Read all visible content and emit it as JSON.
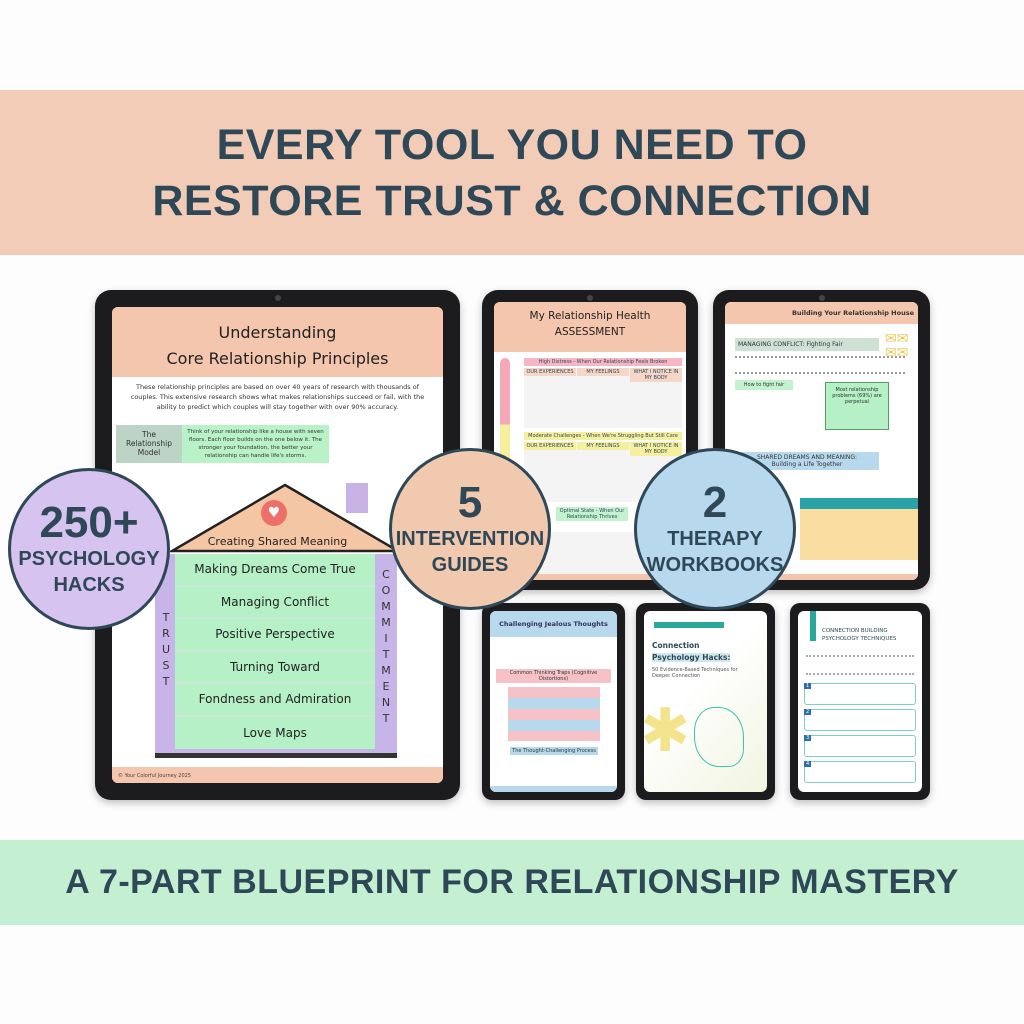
{
  "headline": {
    "line1": "EVERY TOOL YOU NEED TO",
    "line2": "RESTORE TRUST & CONNECTION"
  },
  "footer": "A 7-PART BLUEPRINT FOR RELATIONSHIP MASTERY",
  "badges": [
    {
      "number": "250+",
      "label1": "PSYCHOLOGY",
      "label2": "HACKS",
      "color": "#d6c3ef"
    },
    {
      "number": "5",
      "label1": "INTERVENTION",
      "label2": "GUIDES",
      "color": "#f1c9ae"
    },
    {
      "number": "2",
      "label1": "THERAPY",
      "label2": "WORKBOOKS",
      "color": "#b8d8ee"
    }
  ],
  "main_page": {
    "title1": "Understanding",
    "title2": "Core Relationship Principles",
    "intro": "These relationship principles are based on over 40 years of research with thousands of couples. This extensive research shows what makes relationships succeed or fail, with the ability to predict which couples will stay together with over 90% accuracy.",
    "model_label": "The Relationship Model",
    "model_text": "Think of your relationship like a house with seven floors. Each floor builds on the one below it. The stronger your foundation, the better your relationship can handle life's storms.",
    "roof": "Creating Shared Meaning",
    "floors": [
      "Making Dreams Come True",
      "Managing Conflict",
      "Positive Perspective",
      "Turning Toward",
      "Fondness and Admiration",
      "Love Maps"
    ],
    "left_pillar": "TRUST",
    "right_pillar": "COMMITMENT",
    "footer": "© Your Colorful Journey 2025"
  },
  "assessment": {
    "title1": "My Relationship Health",
    "title2": "ASSESSMENT",
    "sections": [
      "High Distress - When Our Relationship Feels Broken",
      "Moderate Challenges - When We're Struggling But Still Care",
      "Optimal State - When Our Relationship Thrives"
    ],
    "columns": [
      "OUR EXPERIENCES",
      "MY FEELINGS",
      "WHAT I NOTICE IN MY BODY"
    ]
  },
  "house_workbook": {
    "title": "Building Your Relationship House",
    "section1": "MANAGING CONFLICT: Fighting Fair",
    "how": "How to fight fair",
    "box": "Most relationship problems (69%) are perpetual",
    "section2a": "SHARED DREAMS AND MEANING:",
    "section2b": "Building a Life Together"
  },
  "jealous": {
    "title": "Challenging Jealous Thoughts",
    "sub1": "Common Thinking Traps (Cognitive Distortions)",
    "sub2": "The Thought-Challenging Process"
  },
  "cover": {
    "title1": "Connection",
    "title2": "Psychology Hacks:",
    "subtitle": "50 Evidence-Based Techniques for Deeper Connection"
  },
  "techniques": {
    "title1": "CONNECTION BUILDING",
    "title2": "PSYCHOLOGY TECHNIQUES",
    "steps": [
      "1",
      "2",
      "3",
      "4"
    ]
  }
}
